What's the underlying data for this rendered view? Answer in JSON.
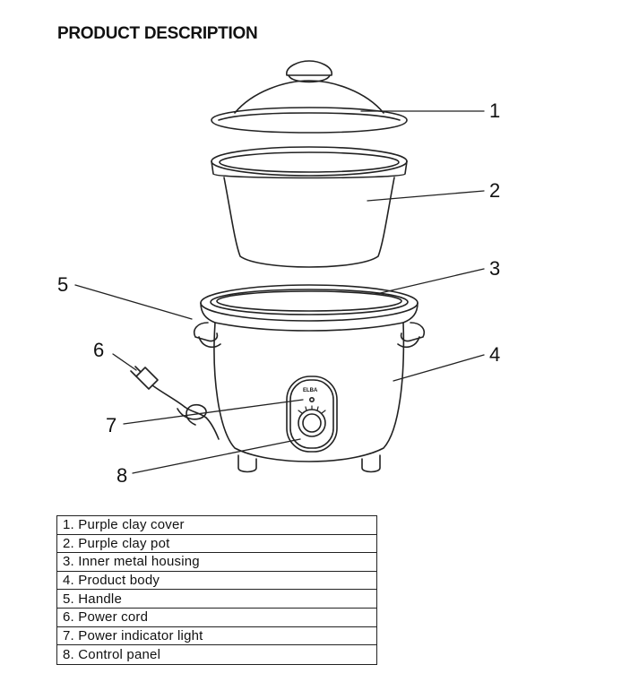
{
  "title": "PRODUCT DESCRIPTION",
  "brand_label": "ELBA",
  "callouts": [
    "1",
    "2",
    "3",
    "4",
    "5",
    "6",
    "7",
    "8"
  ],
  "parts": [
    "1. Purple clay cover",
    "2. Purple clay pot",
    "3. Inner metal housing",
    "4. Product body",
    "5. Handle",
    "6. Power cord",
    "7. Power indicator light",
    "8. Control panel"
  ]
}
